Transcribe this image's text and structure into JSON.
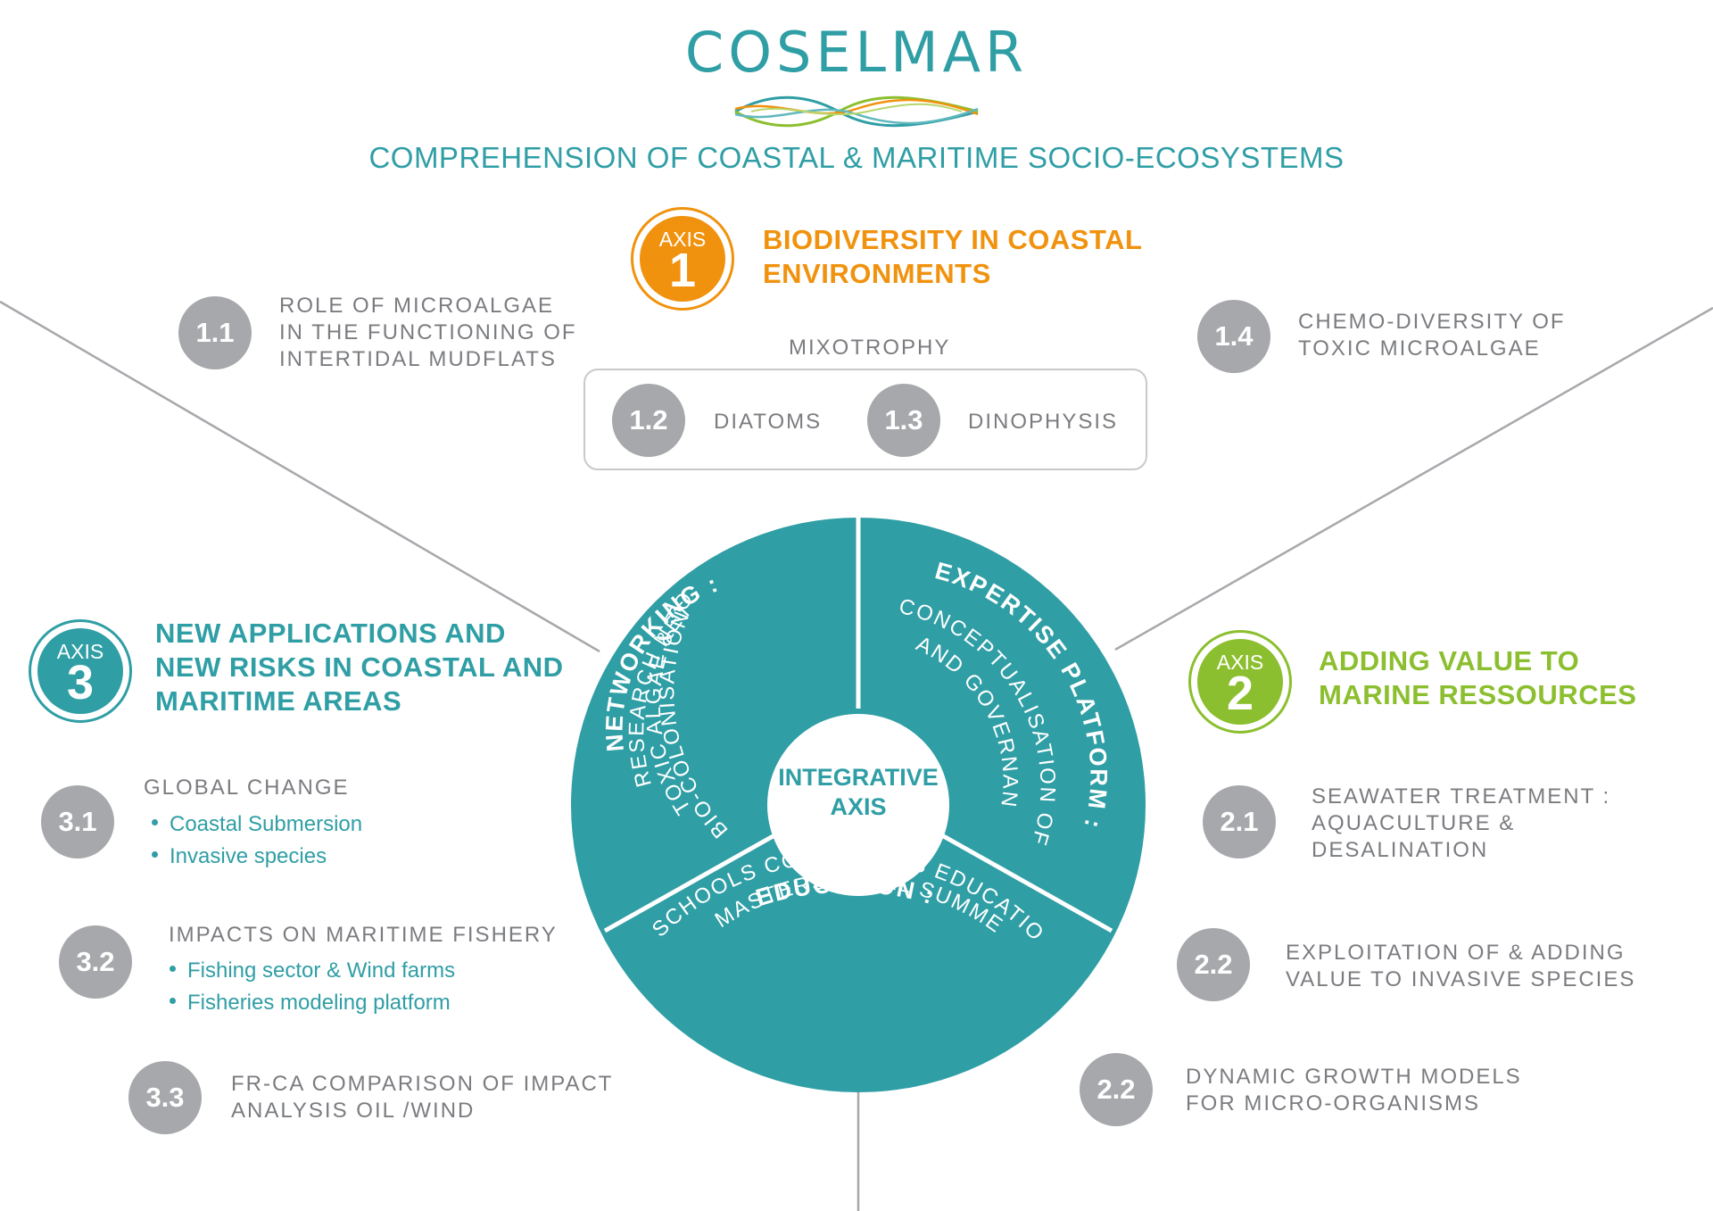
{
  "header": {
    "logo": "COSELMAR",
    "subtitle": "COMPREHENSION OF COASTAL & MARITIME SOCIO-ECOSYSTEMS"
  },
  "colors": {
    "teal": "#2f9ea5",
    "orange": "#f0920e",
    "green": "#8cbf2f",
    "gray": "#a7a8ab",
    "text_gray": "#7b7c80"
  },
  "axis1": {
    "label": "AXIS",
    "number": "1",
    "title_line1": "BIODIVERSITY IN COASTAL",
    "title_line2": "ENVIRONMENTS",
    "mixotrophy": "MIXOTROPHY",
    "items": [
      {
        "num": "1.1",
        "lines": [
          "ROLE OF MICROALGAE",
          "IN THE FUNCTIONING OF",
          "INTERTIDAL MUDFLATS"
        ]
      },
      {
        "num": "1.2",
        "lines": [
          "DIATOMS"
        ]
      },
      {
        "num": "1.3",
        "lines": [
          "DINOPHYSIS"
        ]
      },
      {
        "num": "1.4",
        "lines": [
          "CHEMO-DIVERSITY OF",
          "TOXIC MICROALGAE"
        ]
      }
    ]
  },
  "axis2": {
    "label": "AXIS",
    "number": "2",
    "title_line1": "ADDING VALUE TO",
    "title_line2": "MARINE RESSOURCES",
    "items": [
      {
        "num": "2.1",
        "lines": [
          "SEAWATER TREATMENT :",
          "AQUACULTURE &",
          "DESALINATION"
        ]
      },
      {
        "num": "2.2",
        "lines": [
          "EXPLOITATION OF & ADDING",
          "VALUE TO INVASIVE SPECIES"
        ]
      },
      {
        "num": "2.2",
        "lines": [
          "DYNAMIC GROWTH MODELS",
          "FOR MICRO-ORGANISMS"
        ]
      }
    ]
  },
  "axis3": {
    "label": "AXIS",
    "number": "3",
    "title_line1": "NEW APPLICATIONS AND",
    "title_line2": "NEW RISKS IN COASTAL AND",
    "title_line3": "MARITIME AREAS",
    "items": [
      {
        "num": "3.1",
        "heading": "GLOBAL CHANGE",
        "bullets": [
          "Coastal Submersion",
          "Invasive species"
        ]
      },
      {
        "num": "3.2",
        "heading": "IMPACTS ON MARITIME FISHERY",
        "bullets": [
          "Fishing sector & Wind farms",
          "Fisheries modeling platform"
        ]
      },
      {
        "num": "3.3",
        "lines": [
          "FR-CA COMPARISON OF IMPACT",
          "ANALYSIS OIL /WIND"
        ]
      }
    ]
  },
  "center": {
    "integrative_line1": "INTEGRATIVE",
    "integrative_line2": "AXIS",
    "networking": {
      "title": "NETWORKING :",
      "lines": [
        "RESEARCH NETWORK",
        "TOXIC ALGAE & TOXINS",
        "BIO-COLONISATION"
      ]
    },
    "expertise": {
      "title": "EXPERTISE PLATFORM :",
      "lines": [
        "CONCEPTUALISATION OF RISK",
        "AND GOVERNANCE"
      ]
    },
    "education": {
      "title": "EDUCATION :",
      "lines": [
        "MASTERS LEVEL SUMMER",
        "SCHOOLS CONTINUOUS EDUCATION"
      ]
    }
  }
}
